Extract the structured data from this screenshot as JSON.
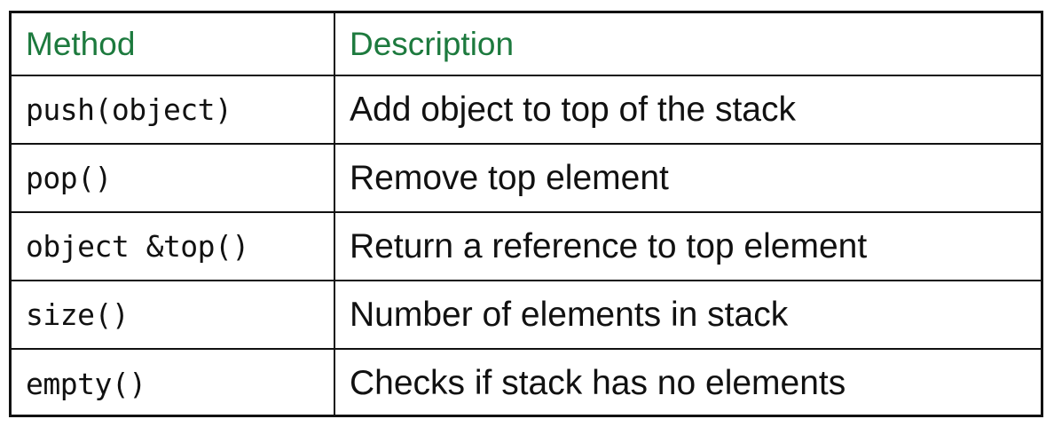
{
  "table": {
    "headers": [
      "Method",
      "Description"
    ],
    "rows": [
      {
        "method": "push(object)",
        "description": "Add object to top of the stack"
      },
      {
        "method": "pop()",
        "description": "Remove top element"
      },
      {
        "method": "object &top()",
        "description": "Return a reference to top element"
      },
      {
        "method": "size()",
        "description": "Number of elements in stack"
      },
      {
        "method": "empty()",
        "description": "Checks if stack has no elements"
      }
    ]
  },
  "colors": {
    "header_text": "#1d7a3e",
    "body_text": "#111111",
    "border": "#111111",
    "background": "#ffffff"
  }
}
